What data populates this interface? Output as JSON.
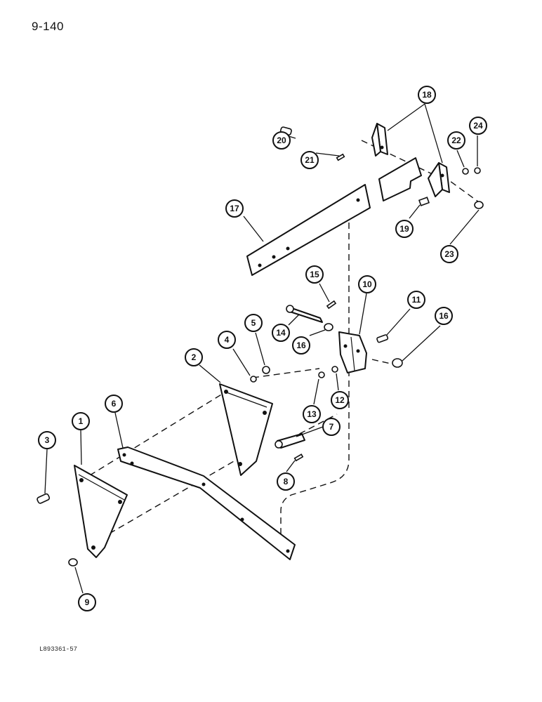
{
  "page": {
    "number": "9-140",
    "reference_code": "L893361-57"
  },
  "callouts": [
    {
      "label": "1"
    },
    {
      "label": "2"
    },
    {
      "label": "3"
    },
    {
      "label": "4"
    },
    {
      "label": "5"
    },
    {
      "label": "6"
    },
    {
      "label": "7"
    },
    {
      "label": "8"
    },
    {
      "label": "9"
    },
    {
      "label": "10"
    },
    {
      "label": "11"
    },
    {
      "label": "12"
    },
    {
      "label": "13"
    },
    {
      "label": "14"
    },
    {
      "label": "15"
    },
    {
      "label": "16"
    },
    {
      "label": "16"
    },
    {
      "label": "17"
    },
    {
      "label": "18"
    },
    {
      "label": "19"
    },
    {
      "label": "20"
    },
    {
      "label": "21"
    },
    {
      "label": "22"
    },
    {
      "label": "23"
    },
    {
      "label": "24"
    }
  ]
}
